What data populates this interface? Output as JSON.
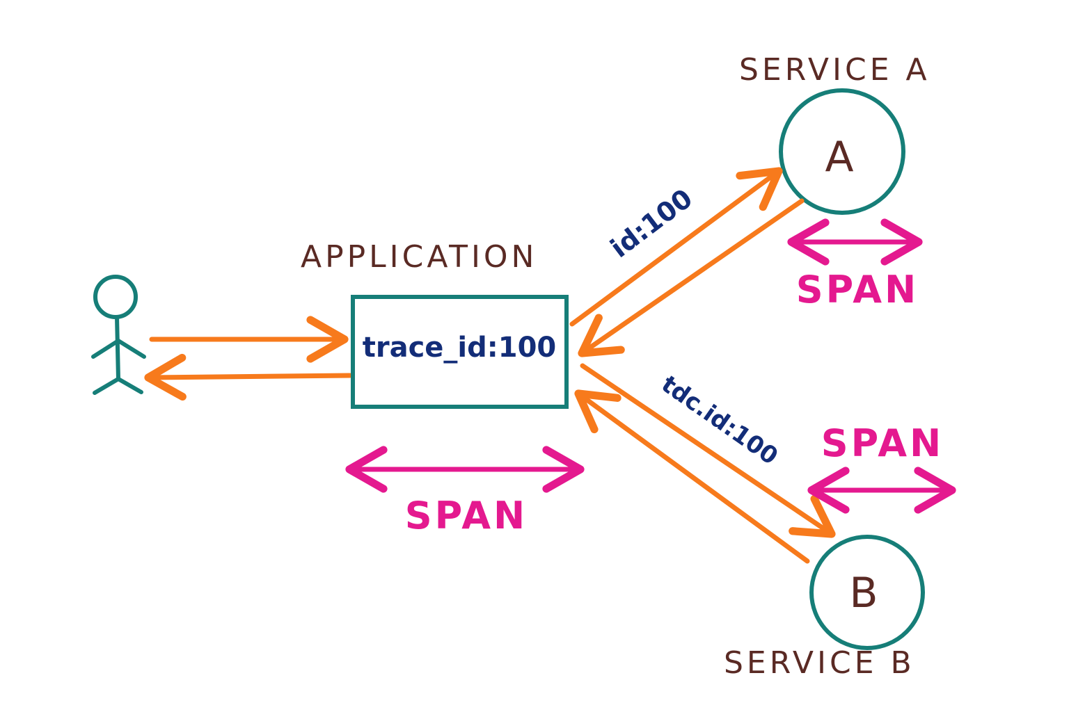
{
  "labels": {
    "application": "APPLICATION",
    "service_a": "SERVICE A",
    "service_b": "SERVICE B",
    "node_a": "A",
    "node_b": "B",
    "trace_id": "trace_id:100",
    "id_to_a": "id:100",
    "id_to_b": "tdc.id:100",
    "span_application": "SPAN",
    "span_service_a": "SPAN",
    "span_service_b": "SPAN"
  },
  "colors": {
    "outline": "#167e78",
    "arrow": "#f77a1c",
    "span": "#e4198f",
    "heading": "#5a2a24",
    "id_text": "#132d78"
  }
}
